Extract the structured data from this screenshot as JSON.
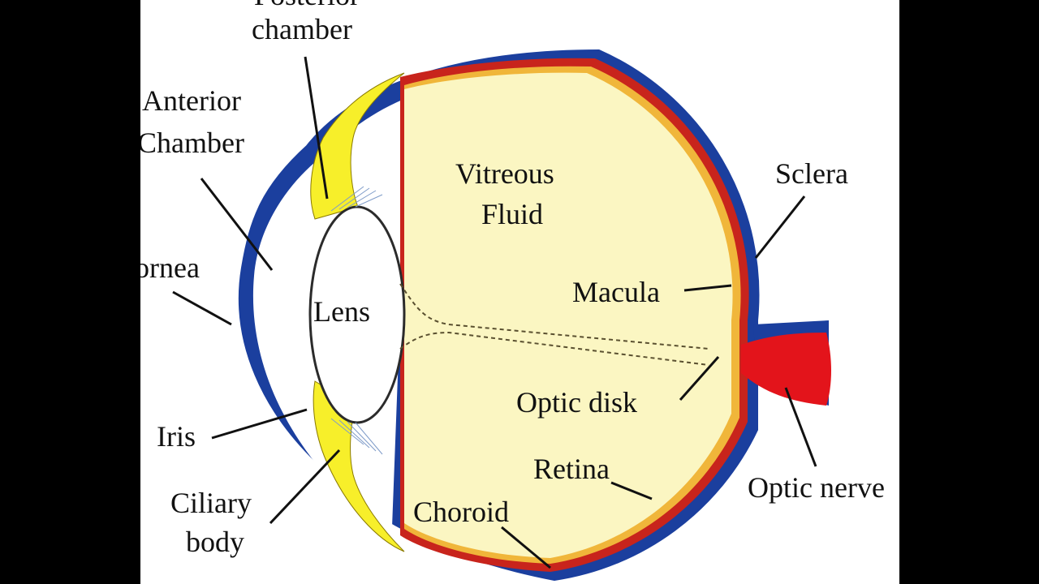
{
  "diagram": {
    "labels": {
      "posterior_chamber_top": "Posterior",
      "posterior_chamber": "chamber",
      "anterior_chamber_1": "Anterior",
      "anterior_chamber_2": "Chamber",
      "cornea": "Cornea",
      "lens": "Lens",
      "iris": "Iris",
      "ciliary_body_1": "Ciliary",
      "ciliary_body_2": "body",
      "vitreous_1": "Vitreous",
      "vitreous_2": "Fluid",
      "sclera": "Sclera",
      "macula": "Macula",
      "optic_disk": "Optic disk",
      "retina": "Retina",
      "choroid": "Choroid",
      "optic_nerve": "Optic nerve"
    },
    "colors": {
      "background": "#000000",
      "canvas": "#ffffff",
      "sclera": "#1b3f9e",
      "choroid": "#c8241c",
      "vitreous": "#fbf6c2",
      "iris_ciliary": "#f7ef2a",
      "optic_nerve": "#e3141b"
    }
  }
}
